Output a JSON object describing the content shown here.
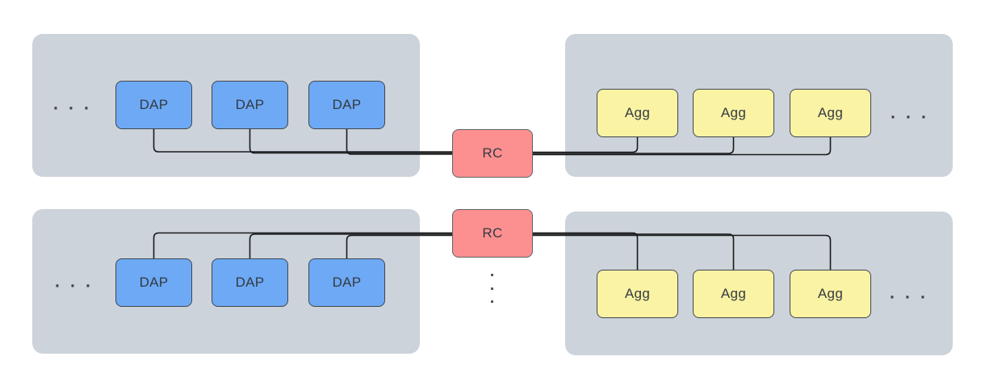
{
  "diagram_type": "cluster-interconnect-architecture",
  "colors": {
    "bg": "#ffffff",
    "panel": "#cdd3da",
    "dap-fill": "#6da9f5",
    "agg-fill": "#faf3a3",
    "rc-fill": "#fc9090",
    "node-border": "#41464d",
    "rc-border": "#5d6269",
    "wire": "#191a1c",
    "text": "#343a42",
    "dots": "#3c4148"
  },
  "rows": [
    {
      "dap_ellipsis": "···",
      "dap_nodes": [
        "DAP",
        "DAP",
        "DAP"
      ],
      "rc_label": "RC",
      "agg_nodes": [
        "Agg",
        "Agg",
        "Agg"
      ],
      "agg_ellipsis": "···"
    },
    {
      "dap_ellipsis": "···",
      "dap_nodes": [
        "DAP",
        "DAP",
        "DAP"
      ],
      "rc_label": "RC",
      "agg_nodes": [
        "Agg",
        "Agg",
        "Agg"
      ],
      "agg_ellipsis": "···",
      "more_rows_ellipsis": "·\n·\n·"
    }
  ]
}
